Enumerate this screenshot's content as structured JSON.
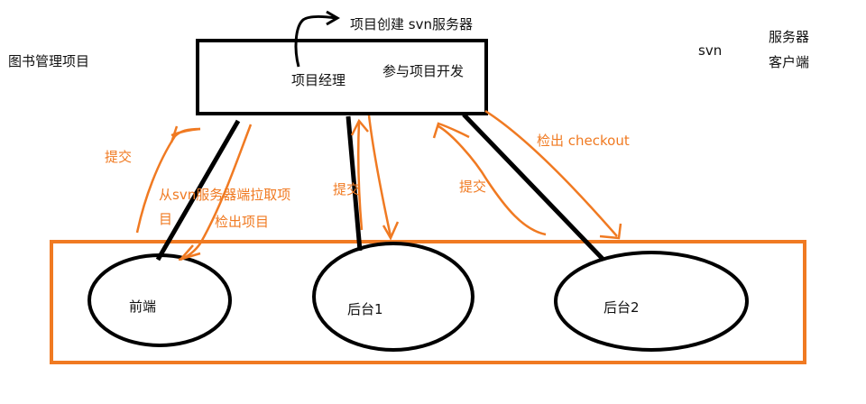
{
  "labels": {
    "project_name": "图书管理项目",
    "create_svn_server": "项目创建 svn服务器",
    "project_manager": "项目经理",
    "dev_participants": "参与项目开发",
    "svn": "svn",
    "server": "服务器",
    "client": "客户端",
    "commit_left": "提交",
    "pull_line1": "从svn服务器端拉取项",
    "pull_line2": "目",
    "checkout_project": "检出项目",
    "commit_mid": "提交",
    "commit_right": "提交",
    "checkout_en": "检出 checkout",
    "frontend": "前端",
    "backend1": "后台1",
    "backend2": "后台2"
  },
  "colors": {
    "ink": "#000000",
    "highlight": "#f07a22"
  }
}
